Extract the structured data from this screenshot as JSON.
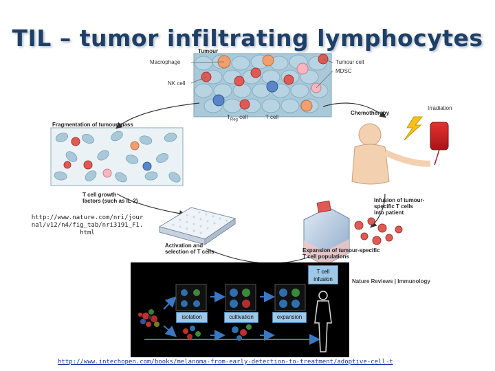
{
  "slide": {
    "title": "TIL – tumor infiltrating lymphocytes",
    "source_note": "http://www.nature.com/nri/journal/v12/n4/fig_tab/nri3191_F1.html",
    "source_note_lines": [
      "http://www.nature.com/nri/jour",
      "nal/v12/n4/fig_tab/nri3191_F1.",
      "html"
    ],
    "bottom_link": "http://www.intechopen.com/books/melanoma-from-early-detection-to-treatment/adoptive-cell-t"
  },
  "figure": {
    "labels": {
      "tumour": "Tumour",
      "macrophage": "Macrophage",
      "tumour_cell": "Tumour cell",
      "mdsc": "MDSC",
      "nk_cell": "NK cell",
      "treg_cell": "T",
      "treg_sub": "Reg",
      "treg_suffix": " cell",
      "t_cell": "T cell",
      "chemotherapy": "Chemotherapy",
      "irradiation": "Irradiation",
      "fragmentation": "Fragmentation of tumour mass",
      "growth_factors_1": "T cell growth",
      "growth_factors_2": "factors (such as IL-2)",
      "infusion_1": "Infusion of tumour-",
      "infusion_2": "specific T cells",
      "infusion_3": "into patient",
      "activation_1": "Activation and",
      "activation_2": "selection of T cells",
      "expansion_1": "Expansion of tumour-specific",
      "expansion_2": "T cell populations",
      "journal": "Nature Reviews | Immunology"
    },
    "panel2": {
      "tcell_infusion_1": "T cell",
      "tcell_infusion_2": "infusion",
      "isolation": "isolation",
      "cultivation": "cultivation",
      "expansion": "expansion"
    }
  },
  "colors": {
    "title": "#1f3f66",
    "tumour_cell": "#a9c9d9",
    "macrophage": "#f0a070",
    "mdsc": "#f4b6c0",
    "t_cell": "#e05a55",
    "nk_cell": "#5a86c8",
    "link": "#1a2fa6"
  }
}
